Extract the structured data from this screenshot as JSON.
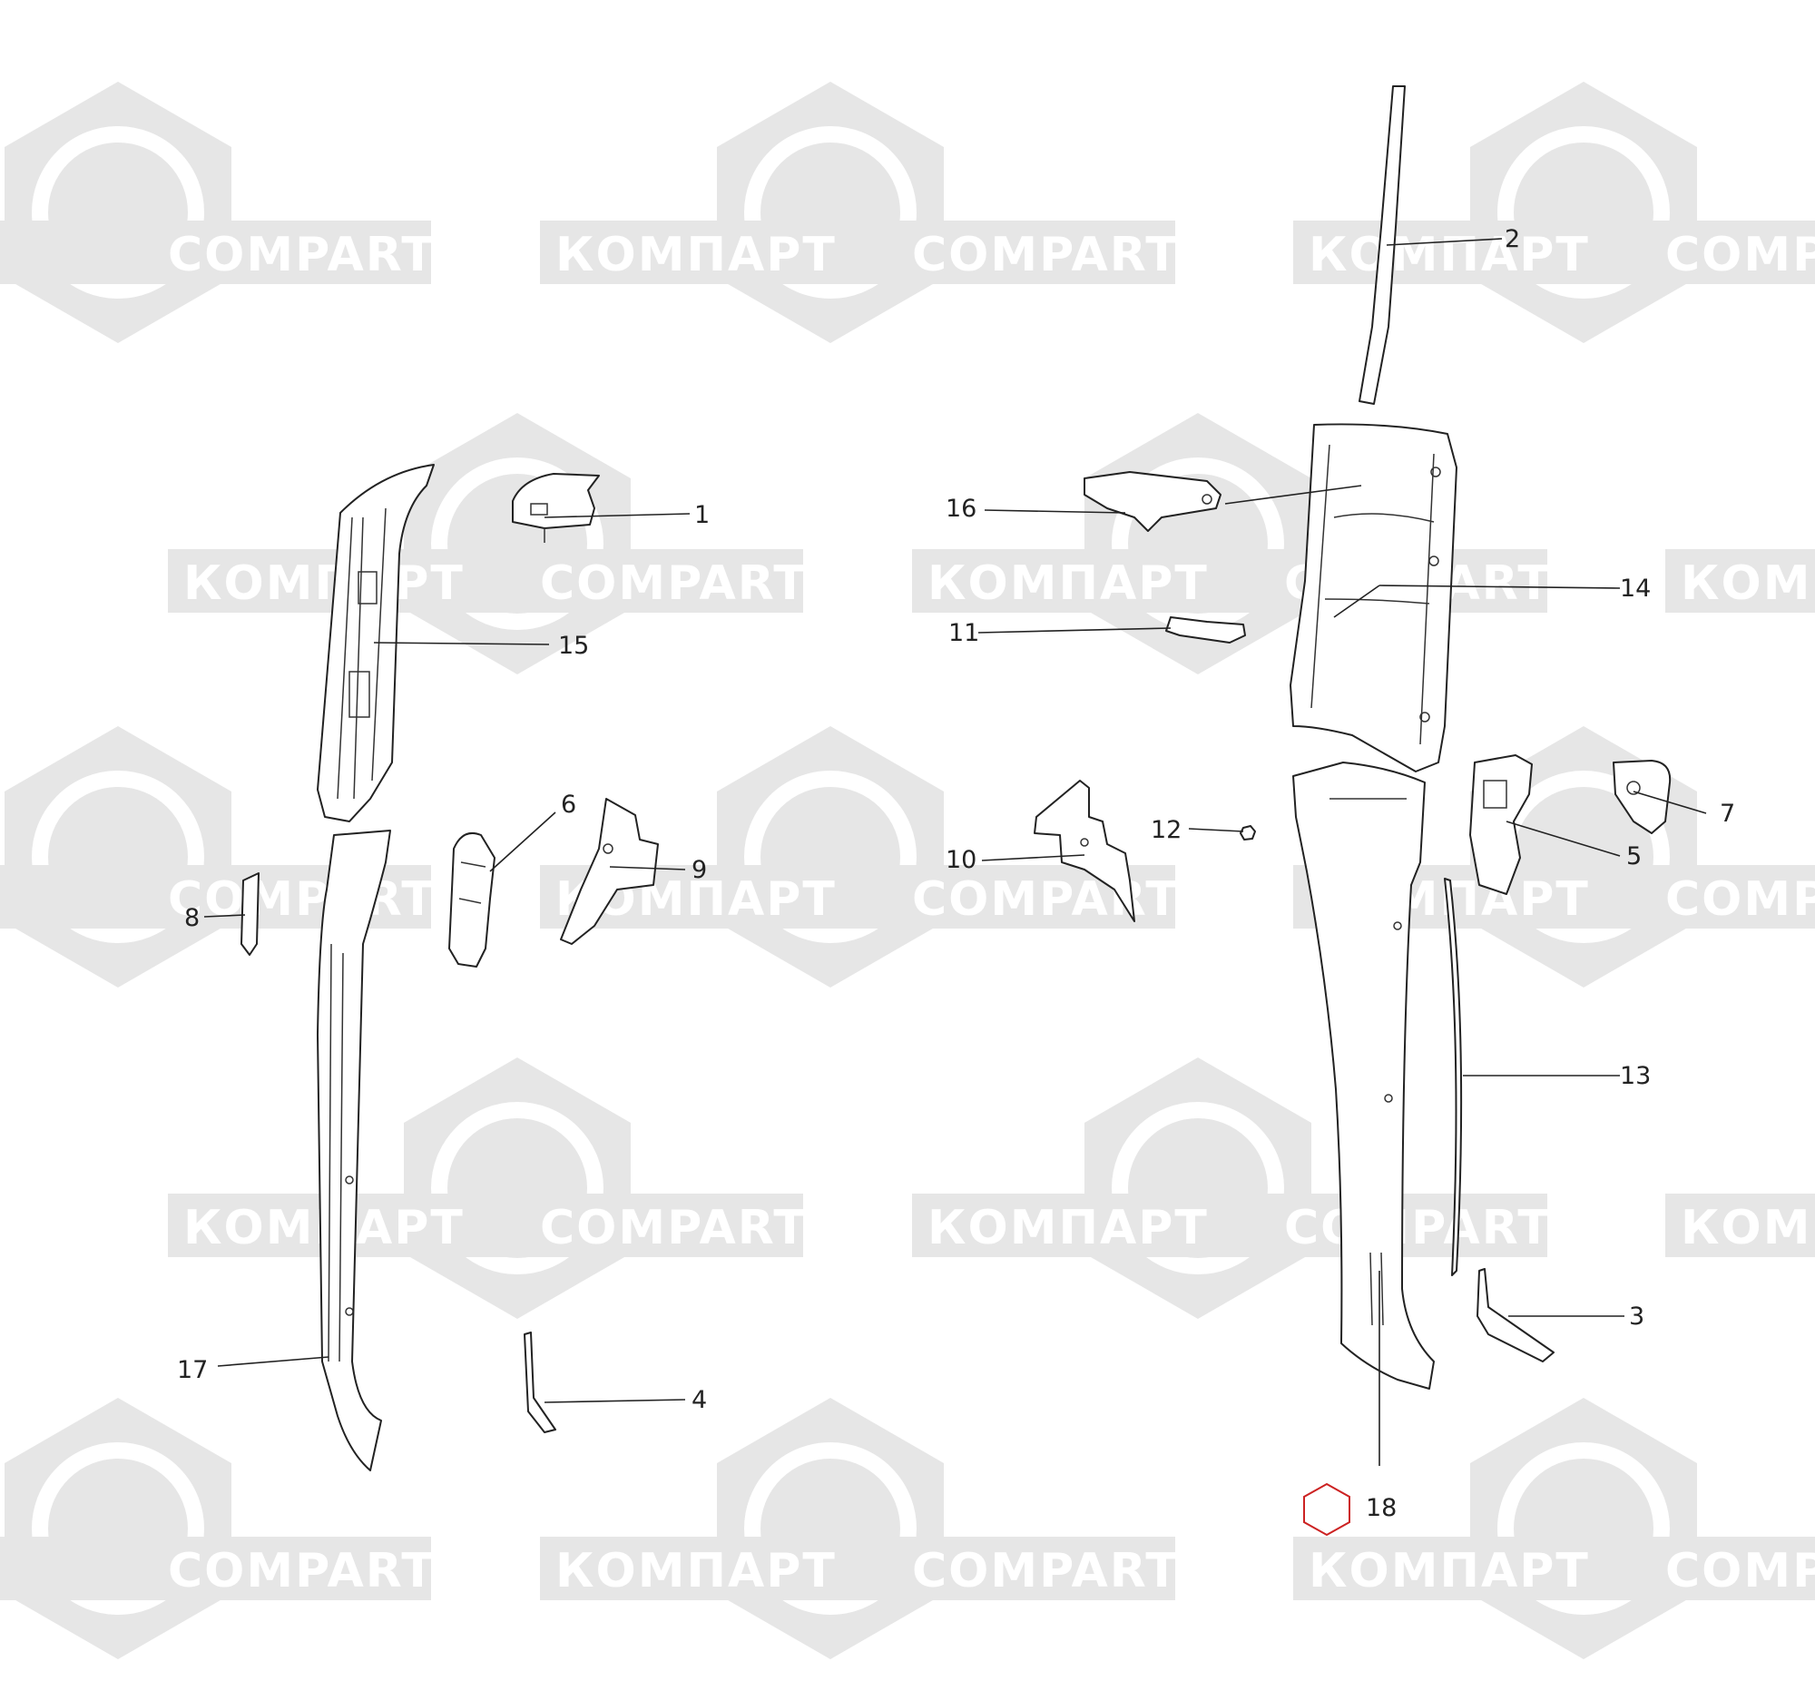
{
  "watermark": {
    "brand_latin": "COMPART",
    "brand_cyrillic": "КОМПАРТ"
  },
  "callouts": [
    "1",
    "2",
    "3",
    "4",
    "5",
    "6",
    "7",
    "8",
    "9",
    "10",
    "11",
    "12",
    "13",
    "14",
    "15",
    "16",
    "17",
    "18"
  ],
  "colors": {
    "watermark": "#e6e6e6",
    "line": "#222222",
    "marker18": "#cc2222"
  },
  "marker_18_shape": "hexagon-outline"
}
